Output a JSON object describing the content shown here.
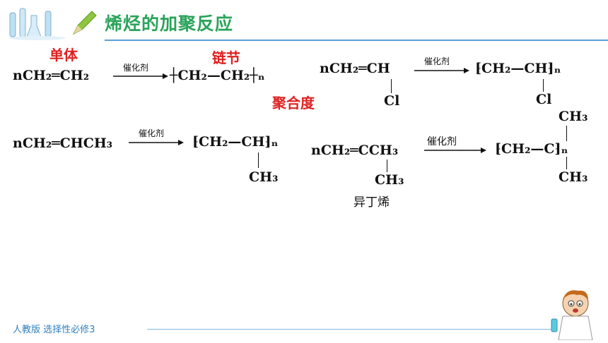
{
  "header": {
    "title": "烯烃的加聚反应"
  },
  "footer": {
    "text": "人教版 选择性必修3"
  },
  "labels": {
    "monomer": "单体",
    "chain_unit": "链节",
    "degree": "聚合度",
    "isobutylene": "异丁烯"
  },
  "catalyst": "催化剂",
  "reaction1": {
    "left": "nCH₂═CH₂",
    "right": "┼CH₂—CH₂┼ₙ"
  },
  "reaction2": {
    "left": "nCH₂═CH",
    "branch": "Cl",
    "right": "⁅CH₂—CH⁆ₙ",
    "right_branch": "Cl"
  },
  "reaction3": {
    "left": "nCH₂═CHCH₃",
    "right": "⁅CH₂—CH⁆ₙ",
    "right_branch": "CH₃"
  },
  "reaction4": {
    "left": "nCH₂═CCH₃",
    "left_branch": "CH₃",
    "right": "⁅CH₂—C⁆ₙ",
    "right_top": "CH₃",
    "right_bottom": "CH₃"
  },
  "colors": {
    "title": "#2aa35a",
    "red": "#e02020",
    "footer": "#2f7fbf"
  }
}
